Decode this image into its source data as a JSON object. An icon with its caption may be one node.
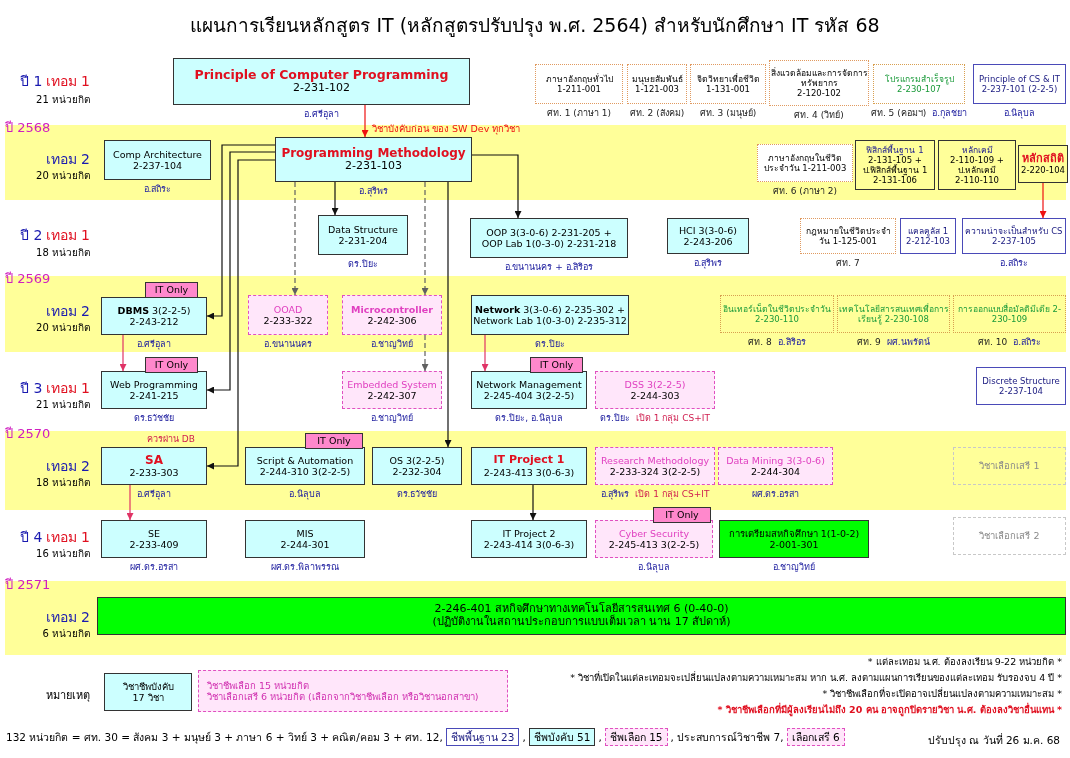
{
  "diagram": {
    "title": "แผนการเรียนหลักสูตร IT (หลักสูตรปรับปรุง พ.ศ. 2564)  สำหรับนักศึกษา IT รหัส 68",
    "nodes": [
      {
        "text": [
          "Principle of Computer Programming",
          "2-231-102"
        ],
        "beside": [
          "อ.ศรีอุลา"
        ]
      },
      {
        "text": [
          "ภาษาอังกฤษทั่วไป",
          "1-211-001"
        ],
        "beside": [
          "ศท. 1 (ภาษา 1)"
        ]
      },
      {
        "text": [
          "มนุษยสัมพันธ์",
          "1-121-003"
        ],
        "beside": [
          "ศท. 2 (สังคม)"
        ]
      },
      {
        "text": [
          "จิตวิทยาเพื่อชีวิต",
          "1-131-001"
        ],
        "beside": [
          "ศท. 3 (มนุษย์)"
        ]
      },
      {
        "text": [
          "สิ่งแวดล้อมและการจัดการทรัพยากร",
          "2-120-102"
        ],
        "beside": [
          "ศท. 4 (วิทย์)"
        ]
      },
      {
        "text": [
          "โปรแกรมสำเร็จรูป",
          "2-230-107"
        ],
        "beside": [
          "ศท. 5 (คอมฯ)",
          "อ.กุลชยา"
        ]
      },
      {
        "text": [
          "Principle of CS & IT",
          "2-237-101 (2-2-5)"
        ],
        "beside": [
          "อ.นิลุบล"
        ]
      },
      {
        "text": [
          "Comp Architecture",
          "2-237-104"
        ],
        "beside": [
          "อ.สถิระ"
        ]
      },
      {
        "text": [
          "Programming Methodology",
          "2-231-103"
        ],
        "beside": [
          "อ.สุริพร"
        ]
      },
      {
        "text": [
          "ภาษาอังกฤษในชีวิตประจำวัน 1-211-003"
        ],
        "beside": [
          "ศท. 6 (ภาษา 2)"
        ]
      },
      {
        "text": [
          "ฟิสิกส์พื้นฐาน 1",
          "2-131-105 +",
          "ป.ฟิสิกส์พื้นฐาน 1",
          "2-131-106"
        ]
      },
      {
        "text": [
          "หลักเคมี",
          "2-110-109 +",
          "ป.หลักเคมี",
          "2-110-110"
        ]
      },
      {
        "text": [
          "หลักสถิติ",
          "2-220-104"
        ]
      },
      {
        "text": [
          "Data Structure",
          "2-231-204"
        ],
        "beside": [
          "ดร.ปิยะ"
        ]
      },
      {
        "text": [
          "OOP 3(3-0-6) 2-231-205 +",
          "OOP Lab 1(0-3-0) 2-231-218"
        ],
        "beside": [
          "อ.ขนานนคร + อ.สิริอร"
        ]
      },
      {
        "text": [
          "HCI 3(3-0-6)",
          "2-243-206"
        ],
        "beside": [
          "อ.สุริพร"
        ]
      },
      {
        "text": [
          "กฎหมายในชีวิตประจำวัน 1-125-001"
        ],
        "beside": [
          "ศท. 7"
        ]
      },
      {
        "text": [
          "แคลคูลัส 1",
          "2-212-103"
        ]
      },
      {
        "text": [
          "ความน่าจะเป็นสำหรับ CS",
          "2-237-105"
        ],
        "beside": [
          "อ.สถิระ"
        ]
      },
      {
        "text": [
          "IT Only"
        ]
      },
      {
        "text": [
          "**DBMS** 3(2-2-5)",
          "2-243-212"
        ],
        "beside": [
          "อ.ศรีอุลา"
        ]
      },
      {
        "text": [
          "OOAD",
          "2-233-322"
        ],
        "beside": [
          "อ.ขนานนคร"
        ]
      },
      {
        "text": [
          "Microcontroller",
          "2-242-306"
        ],
        "beside": [
          "อ.ชาญวิทย์"
        ]
      },
      {
        "text": [
          "**Network** 3(3-0-6) 2-235-302 +",
          "Network Lab 1(0-3-0) 2-235-312"
        ],
        "beside": [
          "ดร.ปิยะ"
        ]
      },
      {
        "text": [
          "อินเทอร์เน็ตในชีวิตประจำวัน 2-230-110"
        ],
        "beside": [
          "ศท. 8",
          "อ.สิริอร"
        ]
      },
      {
        "text": [
          "เทคโนโลยีสารสนเทศเพื่อการเรียนรู้ 2-230-108"
        ],
        "beside": [
          "ศท. 9",
          "ผศ.นพรัตน์"
        ]
      },
      {
        "text": [
          "การออกแบบสื่อมัลติมีเดีย 2-230-109"
        ],
        "beside": [
          "ศท. 10",
          "อ.สถิระ"
        ]
      },
      {
        "text": [
          "IT Only"
        ]
      },
      {
        "text": [
          "Web Programming",
          "2-241-215"
        ],
        "beside": [
          "ดร.ธวัชชัย"
        ]
      },
      {
        "text": [
          "Embedded System",
          "2-242-307"
        ],
        "beside": [
          "อ.ชาญวิทย์"
        ]
      },
      {
        "text": [
          "IT Only"
        ]
      },
      {
        "text": [
          "Network Management",
          "2-245-404 3(2-2-5)"
        ],
        "beside": [
          "ดร.ปิยะ, อ.นิลุบล"
        ]
      },
      {
        "text": [
          "DSS 3(2-2-5)",
          "2-244-303"
        ],
        "beside": [
          "ดร.ปิยะ",
          "เปิด 1 กลุ่ม CS+IT"
        ]
      },
      {
        "text": [
          "Discrete Structure",
          "2-237-104"
        ]
      },
      {
        "text": [
          "SA",
          "2-233-303"
        ],
        "beside": [
          "ควรผ่าน DB",
          "อ.ศรีอุลา"
        ]
      },
      {
        "text": [
          "IT Only"
        ]
      },
      {
        "text": [
          "Script & Automation",
          "2-244-310 3(2-2-5)"
        ],
        "beside": [
          "อ.นิลุบล"
        ]
      },
      {
        "text": [
          "OS 3(2-2-5)",
          "2-232-304"
        ],
        "beside": [
          "ดร.ธวัชชัย"
        ]
      },
      {
        "text": [
          "IT Project 1",
          "2-243-413 3(0-6-3)"
        ]
      },
      {
        "text": [
          "Research Methodology",
          "2-233-324 3(2-2-5)"
        ],
        "beside": [
          "อ.สุริพร",
          "เปิด 1 กลุ่ม CS+IT"
        ]
      },
      {
        "text": [
          "Data Mining 3(3-0-6)",
          "2-244-304"
        ],
        "beside": [
          "ผศ.ดร.อรสา"
        ]
      },
      {
        "text": [
          "วิชาเลือกเสรี 1"
        ]
      },
      {
        "text": [
          "SE",
          "2-233-409"
        ],
        "beside": [
          "ผศ.ดร.อรสา"
        ]
      },
      {
        "text": [
          "MIS",
          "2-244-301"
        ],
        "beside": [
          "ผศ.ดร.พิลาพรรณ"
        ]
      },
      {
        "text": [
          "IT Project 2",
          "2-243-414 3(0-6-3)"
        ]
      },
      {
        "text": [
          "IT Only"
        ]
      },
      {
        "text": [
          "Cyber Security",
          "2-245-413 3(2-2-5)"
        ],
        "beside": [
          "อ.นิลุบล"
        ]
      },
      {
        "text": [
          "การเตรียมสหกิจศึกษา 1(1-0-2)",
          "2-001-301"
        ],
        "beside": [
          "อ.ชาญวิทย์"
        ]
      },
      {
        "text": [
          "วิชาเลือกเสรี 2"
        ]
      },
      {
        "text": [
          "2-246-401 สหกิจศึกษาทางเทคโนโลยีสารสนเทศ 6 (0-40-0)",
          "(ปฏิบัติงานในสถานประกอบการแบบเต็มเวลา นาน 17 สัปดาห์)"
        ]
      },
      {
        "text": [
          "วิชาชีพบังคับ",
          "17 วิชา"
        ]
      },
      {
        "text": [
          "วิชาชีพเลือก 15 หน่วยกิต",
          "วิชาเลือกเสรี 6 หน่วยกิต (เลือกจากวิชาชีพเลือก หรือวิชานอกสาขา)"
        ]
      },
      {
        "text": [
          "ชีพพื้นฐาน 23"
        ]
      },
      {
        "text": [
          "ชีพบังคับ 51"
        ]
      },
      {
        "text": [
          "ชีพเลือก 15"
        ]
      },
      {
        "text": [
          "เลือกเสรี 6"
        ]
      }
    ],
    "edges": [
      {
        "from": 0,
        "to": 8,
        "arrow": "to",
        "color": "#ee1111",
        "label": "วิชาบังคับก่อน ของ SW Dev ทุกวิชา"
      },
      {
        "from": 8,
        "to": 13,
        "arrow": "to"
      },
      {
        "from": 8,
        "to": 14,
        "arrow": "to"
      },
      {
        "from": 8,
        "to": 20,
        "arrow": "to"
      },
      {
        "from": 8,
        "to": 28,
        "arrow": "to"
      },
      {
        "from": 8,
        "to": 34,
        "arrow": "to"
      },
      {
        "from": 8,
        "to": 21,
        "arrow": "to",
        "style": "dashed",
        "color": "#606060"
      },
      {
        "from": 8,
        "to": 22,
        "arrow": "to",
        "style": "dashed",
        "color": "#606060"
      },
      {
        "from": 8,
        "to": 37,
        "arrow": "to"
      },
      {
        "from": 22,
        "to": 29,
        "arrow": "to",
        "style": "dashed",
        "color": "#606060"
      },
      {
        "from": 20,
        "to": 28,
        "arrow": "to",
        "color": "#e03366"
      },
      {
        "from": 23,
        "to": 31,
        "arrow": "to",
        "color": "#e03366"
      },
      {
        "from": 34,
        "to": 42,
        "arrow": "to",
        "color": "#e03366"
      },
      {
        "from": 38,
        "to": 44,
        "arrow": "to"
      },
      {
        "from": 12,
        "to": 18,
        "arrow": "to",
        "color": "#ee1111"
      }
    ],
    "labels": [
      "ปี 1",
      "เทอม 1",
      "21 หน่วยกิต",
      "ปี 2568",
      "เทอม 2",
      "20 หน่วยกิต",
      "ปี 2",
      "เทอม 1",
      "18 หน่วยกิต",
      "ปี 2569",
      "เทอม 2",
      "20 หน่วยกิต",
      "ปี 3",
      "เทอม 1",
      "21 หน่วยกิต",
      "ปี 2570",
      "เทอม 2",
      "18 หน่วยกิต",
      "ปี 4",
      "เทอม 1",
      "16 หน่วยกิต",
      "ปี 2571",
      "เทอม 2",
      "6 หน่วยกิต",
      "หมายเหตุ",
      "* แต่ละเทอม น.ศ. ต้องลงเรียน 9-22 หน่วยกิต *",
      "* วิชาที่เปิดในแต่ละเทอมจะเปลี่ยนแปลงตามความเหมาะสม หาก น.ศ. ลงตามแผนการเรียนของแต่ละเทอม รับรองจบ 4 ปี *",
      "* วิชาชีพเลือกที่จะเปิดอาจเปลี่ยนแปลงตามความเหมาะสม *",
      "* วิชาชีพเลือกที่มีผู้ลงเรียนไม่ถึง 20 คน อาจถูกปิดรายวิชา น.ศ. ต้องลงวิชาอื่นแทน *",
      "132 หน่วยกิต = ศท. 30 = สังคม 3 + มนุษย์ 3 + ภาษา 6 + วิทย์ 3 + คณิต/คอม 3 + ศท. 12,",
      ",",
      ",",
      ", ประสบการณ์วิชาชีพ 7,",
      "ปรับปรุง ณ วันที่ 26 ม.ค. 68"
    ]
  }
}
